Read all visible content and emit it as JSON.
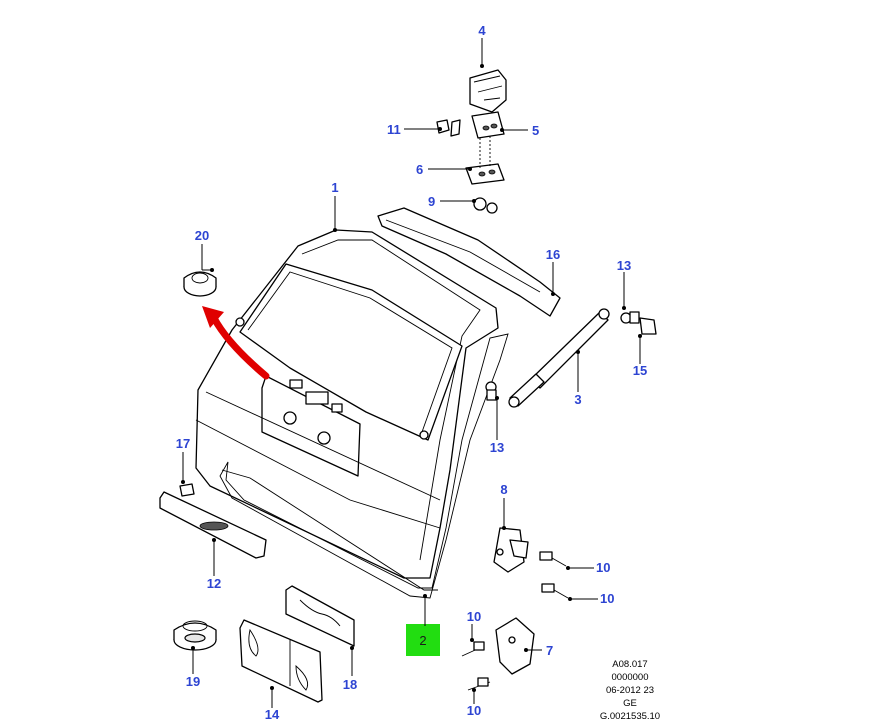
{
  "callouts": [
    {
      "id": "c1",
      "label": "1"
    },
    {
      "id": "c2",
      "label": "2"
    },
    {
      "id": "c3",
      "label": "3"
    },
    {
      "id": "c4",
      "label": "4"
    },
    {
      "id": "c5",
      "label": "5"
    },
    {
      "id": "c6",
      "label": "6"
    },
    {
      "id": "c7",
      "label": "7"
    },
    {
      "id": "c8",
      "label": "8"
    },
    {
      "id": "c9",
      "label": "9"
    },
    {
      "id": "c10a",
      "label": "10"
    },
    {
      "id": "c10b",
      "label": "10"
    },
    {
      "id": "c10c",
      "label": "10"
    },
    {
      "id": "c10d",
      "label": "10"
    },
    {
      "id": "c11",
      "label": "11"
    },
    {
      "id": "c12",
      "label": "12"
    },
    {
      "id": "c13a",
      "label": "13"
    },
    {
      "id": "c13b",
      "label": "13"
    },
    {
      "id": "c14",
      "label": "14"
    },
    {
      "id": "c15",
      "label": "15"
    },
    {
      "id": "c16",
      "label": "16"
    },
    {
      "id": "c17",
      "label": "17"
    },
    {
      "id": "c18",
      "label": "18"
    },
    {
      "id": "c19",
      "label": "19"
    },
    {
      "id": "c20",
      "label": "20"
    }
  ],
  "highlight": {
    "label": "2",
    "color": "#22dd11"
  },
  "arrow_color": "#e00000",
  "callout_color": "#2d44d2",
  "reference_block": [
    "A08.017",
    "0000000",
    "06-2012 23",
    "GE",
    "G.0021535.10"
  ]
}
